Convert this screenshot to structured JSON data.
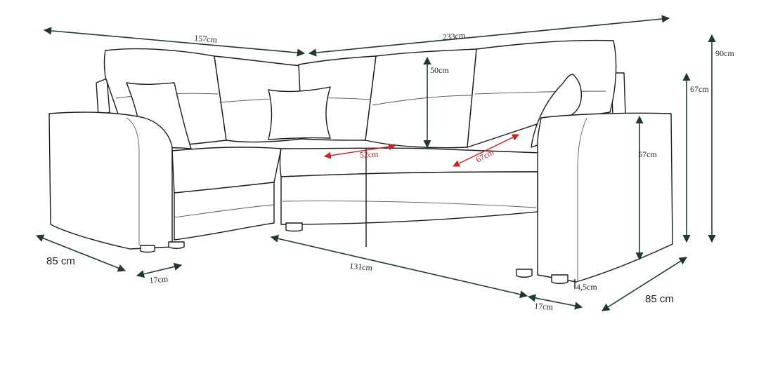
{
  "dimensions": {
    "back_left": "157cm",
    "back_right": "233cm",
    "cushion_height": "50cm",
    "height_total": "90cm",
    "height_arm": "67cm",
    "seat_height": "57cm",
    "seat_width_left": "52cm",
    "seat_depth_right": "67cm",
    "depth_left": "85 cm",
    "depth_right": "85 cm",
    "arm_left": "17cm",
    "arm_right": "17cm",
    "seat_length": "131cm",
    "leg_height": "4,5cm"
  },
  "colors": {
    "outline": "#1a1a1a",
    "dimension_line": "#1f3a2c",
    "inner_dimension": "#cc1f1f"
  }
}
